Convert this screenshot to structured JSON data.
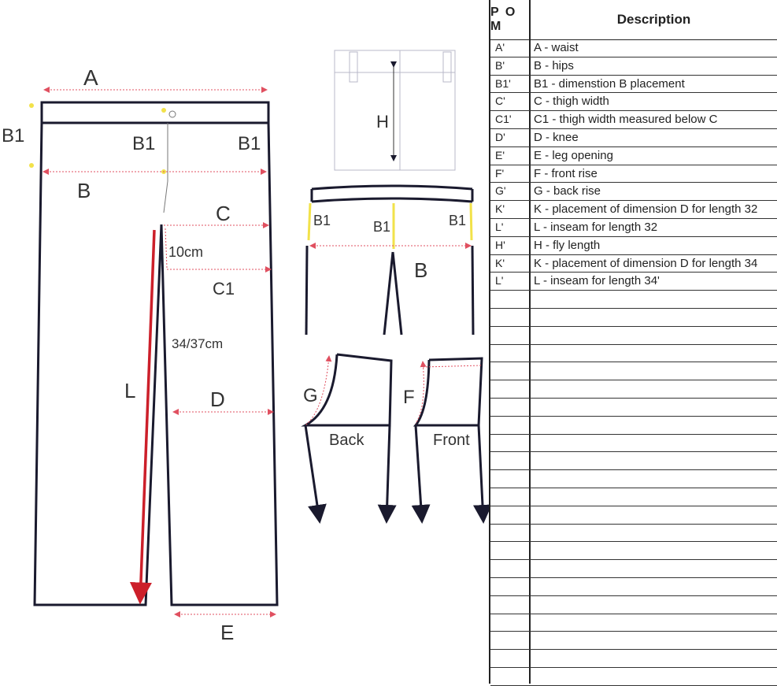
{
  "diagram": {
    "labels": {
      "A": "A",
      "B1_left": "B1",
      "B1_center": "B1",
      "B1_right": "B1",
      "B": "B",
      "C": "C",
      "ten_cm": "10cm",
      "C1": "C1",
      "inseam_cm": "34/37cm",
      "L": "L",
      "D": "D",
      "E": "E",
      "H": "H",
      "waist_B1_left": "B1",
      "waist_B1_center": "B1",
      "waist_B1_right": "B1",
      "waist_B": "B",
      "G": "G",
      "F": "F",
      "back": "Back",
      "front": "Front"
    }
  },
  "pom_table": {
    "header": {
      "pom": "P O M",
      "description": "Description"
    },
    "rows": [
      {
        "code": "A'",
        "description": "A - waist"
      },
      {
        "code": "B'",
        "description": "B - hips"
      },
      {
        "code": "B1'",
        "description": "B1 - dimenstion B placement"
      },
      {
        "code": "C'",
        "description": "C - thigh width"
      },
      {
        "code": "C1'",
        "description": "C1 - thigh width measured below C"
      },
      {
        "code": "D'",
        "description": "D - knee"
      },
      {
        "code": "E'",
        "description": "E - leg opening"
      },
      {
        "code": "F'",
        "description": "F - front rise"
      },
      {
        "code": "G'",
        "description": "G - back rise"
      },
      {
        "code": "K'",
        "description": "K - placement of dimension D for length 32"
      },
      {
        "code": "L'",
        "description": "L - inseam for length 32"
      },
      {
        "code": "H'",
        "description": "H - fly length"
      },
      {
        "code": "K'",
        "description": "K - placement of dimension D for length 34"
      },
      {
        "code": "L'",
        "description": "L - inseam for length 34'"
      },
      {
        "code": "",
        "description": ""
      },
      {
        "code": "",
        "description": ""
      },
      {
        "code": "",
        "description": ""
      },
      {
        "code": "",
        "description": ""
      },
      {
        "code": "",
        "description": ""
      },
      {
        "code": "",
        "description": ""
      },
      {
        "code": "",
        "description": ""
      },
      {
        "code": "",
        "description": ""
      },
      {
        "code": "",
        "description": ""
      },
      {
        "code": "",
        "description": ""
      },
      {
        "code": "",
        "description": ""
      },
      {
        "code": "",
        "description": ""
      },
      {
        "code": "",
        "description": ""
      },
      {
        "code": "",
        "description": ""
      },
      {
        "code": "",
        "description": ""
      },
      {
        "code": "",
        "description": ""
      },
      {
        "code": "",
        "description": ""
      },
      {
        "code": "",
        "description": ""
      },
      {
        "code": "",
        "description": ""
      },
      {
        "code": "",
        "description": ""
      },
      {
        "code": "",
        "description": ""
      },
      {
        "code": "",
        "description": ""
      }
    ]
  },
  "colors": {
    "outline": "#1a1a2e",
    "measure": "#e05060",
    "inseam": "#cc1f2a",
    "marker": "#f2e24a",
    "text": "#333333"
  }
}
